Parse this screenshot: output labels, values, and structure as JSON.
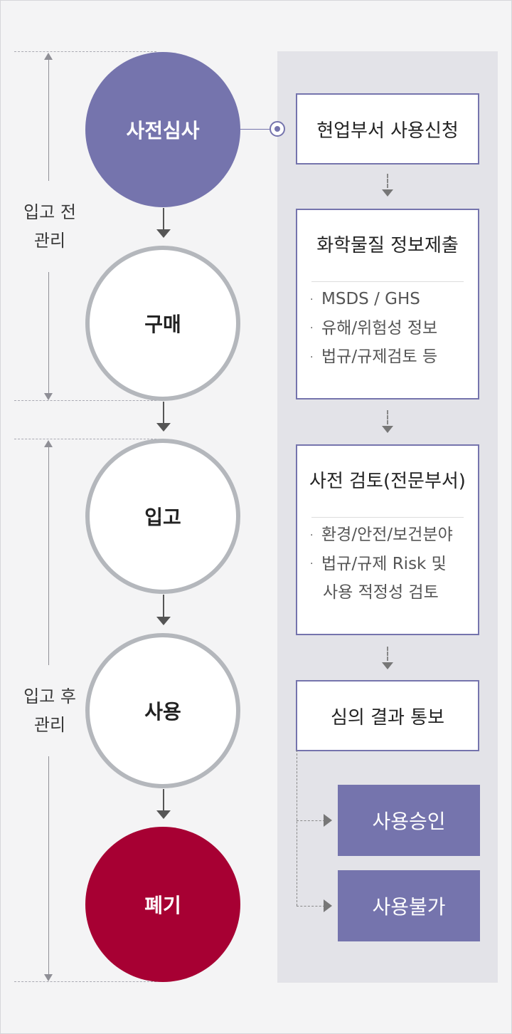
{
  "phases": [
    {
      "label_line1": "입고 전",
      "label_line2": "관리"
    },
    {
      "label_line1": "입고 후",
      "label_line2": "관리"
    }
  ],
  "stages": [
    "사전심사",
    "구매",
    "입고",
    "사용",
    "폐기"
  ],
  "process": {
    "request": "현업부서 사용신청",
    "submit_title": "화학물질 정보제출",
    "submit_items": [
      "MSDS / GHS",
      "유해/위험성 정보",
      "법규/규제검토 등"
    ],
    "review_title": "사전 검토(전문부서)",
    "review_items": [
      "환경/안전/보건분야",
      "법규/규제 Risk 및",
      "사용 적정성 검토"
    ],
    "notify": "심의 결과 통보",
    "approve": "사용승인",
    "reject": "사용불가"
  },
  "colors": {
    "accent_purple": "#7574ad",
    "dispose_red": "#a70033",
    "outline_gray": "#b4b7bc",
    "panel_bg": "#e3e3e8"
  }
}
